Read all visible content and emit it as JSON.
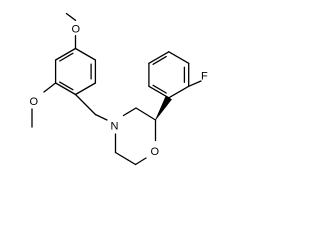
{
  "molecule": {
    "atoms": {
      "methoxy_top_O": "O",
      "methoxy_left_O": "O",
      "amine_N": "N",
      "ring_O": "O",
      "fluoro_F": "F"
    }
  }
}
